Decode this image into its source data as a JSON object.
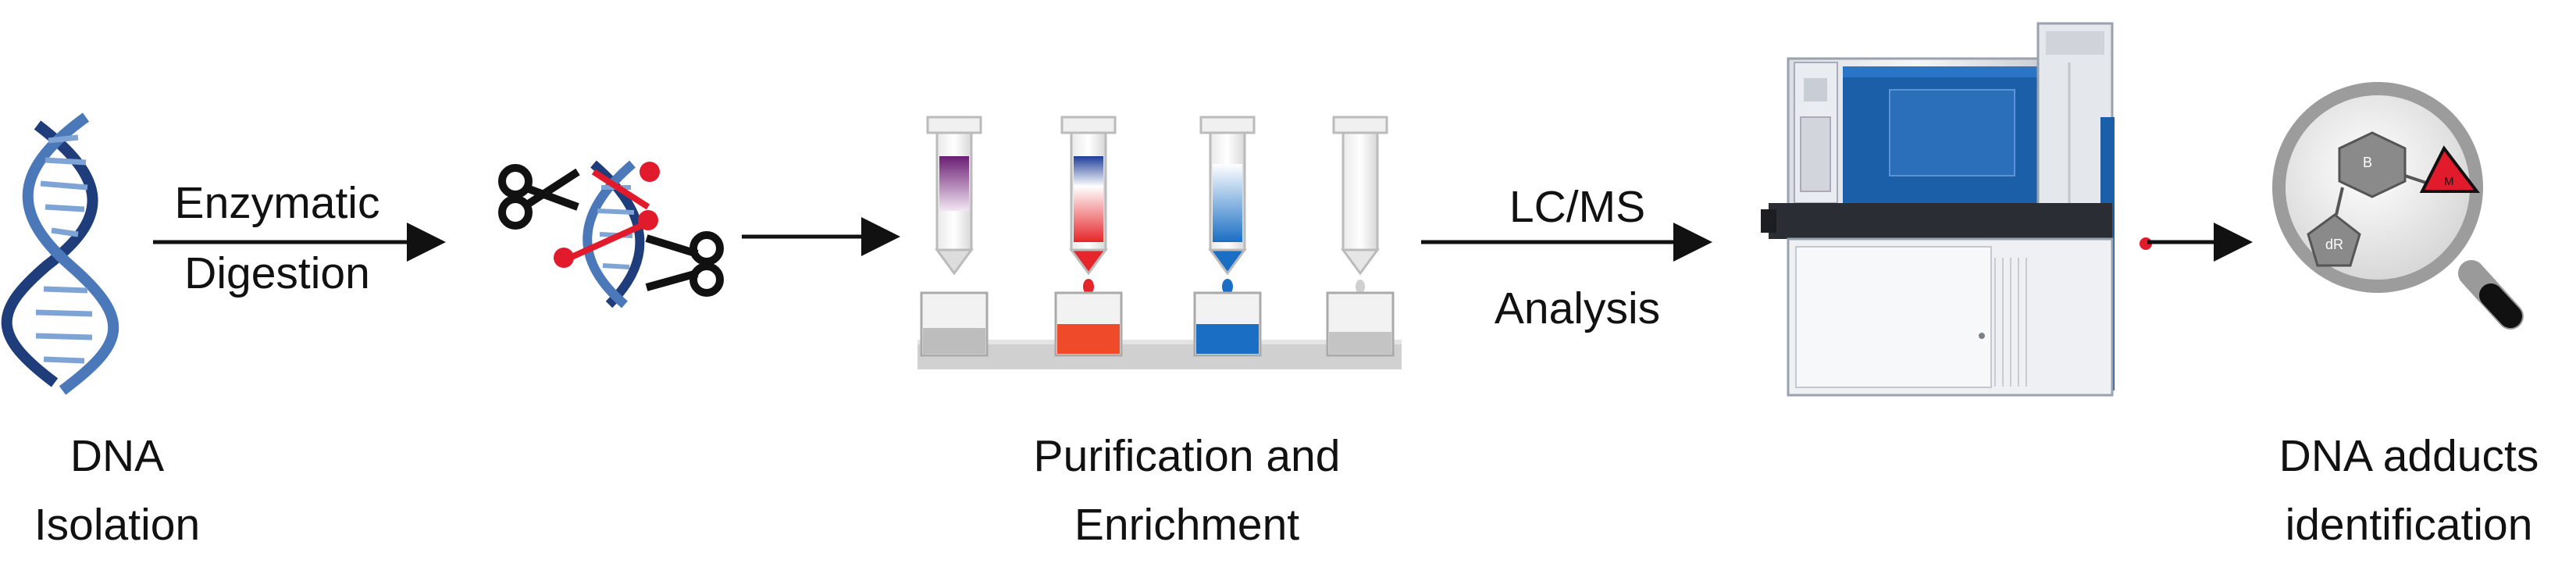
{
  "diagram": {
    "steps": [
      {
        "id": "dna-isolation",
        "label_line1": "DNA",
        "label_line2": "Isolation"
      },
      {
        "id": "enzymatic-digestion",
        "label_line1": "Enzymatic",
        "label_line2": "Digestion"
      },
      {
        "id": "purification",
        "label_line1": "Purification and",
        "label_line2": "Enrichment"
      },
      {
        "id": "lcms",
        "label_line1": "LC/MS",
        "label_line2": "Analysis"
      },
      {
        "id": "identification",
        "label_line1": "DNA adducts",
        "label_line2": "identification"
      }
    ],
    "magnifier": {
      "base_label": "B",
      "sugar_label": "dR",
      "adduct_label": "M"
    },
    "colors": {
      "dna_blue": "#4a78b8",
      "dna_dark": "#1f3d7a",
      "adduct_red": "#e21b2c",
      "purple": "#8a2d8f",
      "orange_red": "#ef4a2a",
      "blue": "#1a6fc4",
      "instrument_blue": "#1b5fa8",
      "arrow": "#111111"
    },
    "icons": [
      "dna-helix-icon",
      "scissors-icon",
      "spe-column-icon",
      "mass-spectrometer-icon",
      "magnifier-icon"
    ]
  }
}
